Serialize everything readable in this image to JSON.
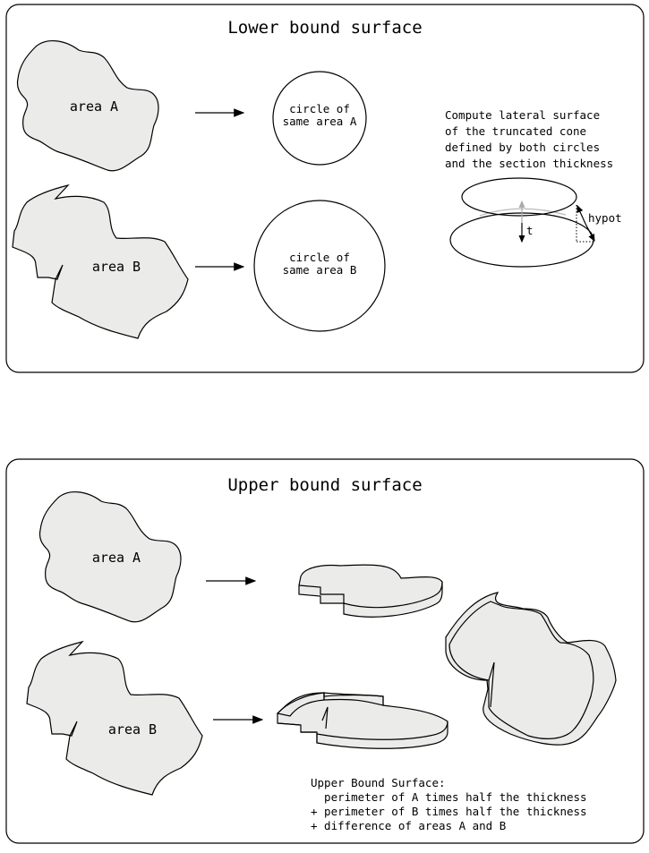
{
  "lower_panel": {
    "title": "Lower bound surface",
    "area_a_label": "area A",
    "area_b_label": "area B",
    "circle_a_line1": "circle of",
    "circle_a_line2": "same area A",
    "circle_b_line1": "circle of",
    "circle_b_line2": "same area B",
    "description": [
      "Compute lateral surface",
      "of the truncated cone",
      "defined by both circles",
      "and the section thickness"
    ],
    "cone_t_label": "t",
    "cone_hypot_label": "hypot"
  },
  "upper_panel": {
    "title": "Upper bound surface",
    "area_a_label": "area A",
    "area_b_label": "area B",
    "formula": [
      "Upper Bound Surface:",
      "  perimeter of A times half the thickness",
      "+ perimeter of B times half the thickness",
      "+ difference of areas A and B"
    ]
  }
}
